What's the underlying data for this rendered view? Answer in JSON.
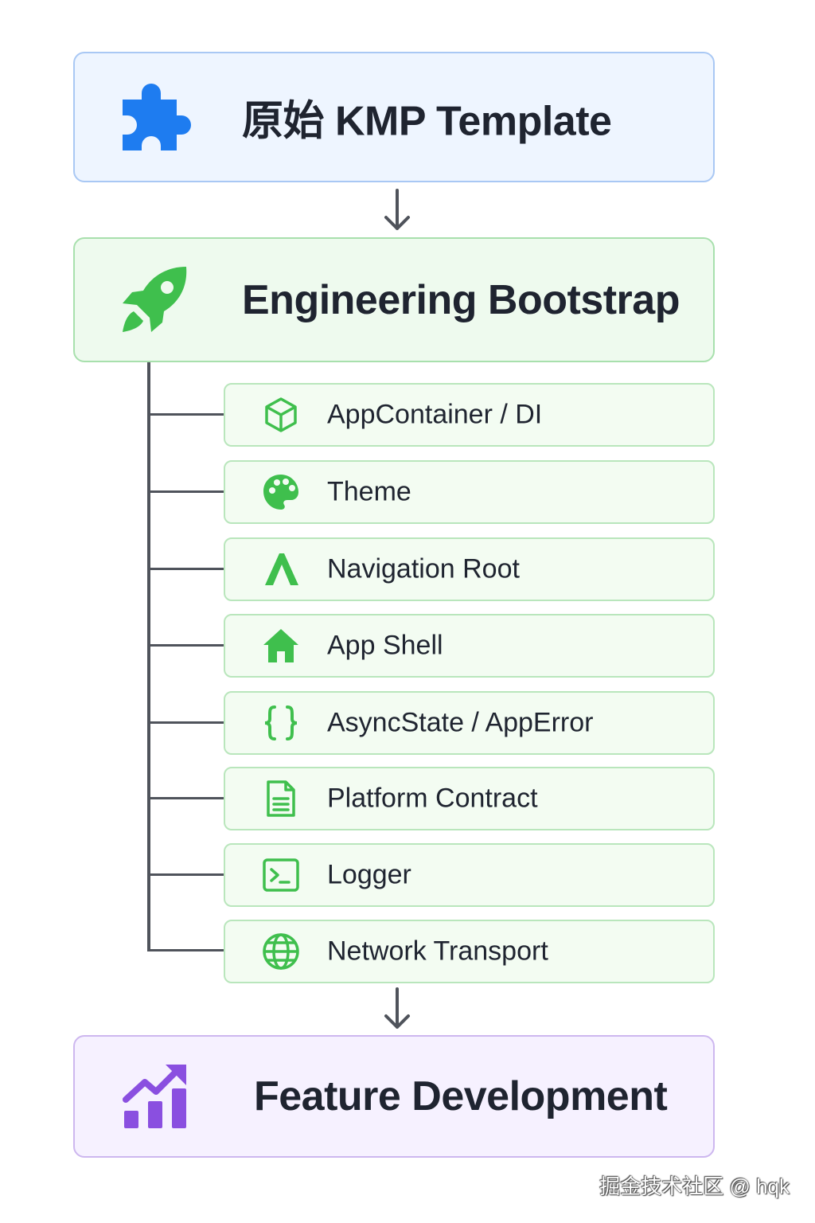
{
  "colors": {
    "template_accent": "#1e7cf0",
    "bootstrap_accent": "#3fbf4d",
    "feature_accent": "#8a4fe0",
    "connector": "#4f535b"
  },
  "stages": {
    "template": {
      "title": "原始 KMP Template",
      "icon": "puzzle-piece-icon"
    },
    "bootstrap": {
      "title": "Engineering Bootstrap",
      "icon": "rocket-icon"
    },
    "feature": {
      "title": "Feature Development",
      "icon": "growth-chart-icon"
    }
  },
  "modules": [
    {
      "label": "AppContainer / DI",
      "icon": "cube-icon"
    },
    {
      "label": "Theme",
      "icon": "palette-icon"
    },
    {
      "label": "Navigation Root",
      "icon": "navigation-arrow-icon"
    },
    {
      "label": "App Shell",
      "icon": "home-icon"
    },
    {
      "label": "AsyncState / AppError",
      "icon": "curly-braces-icon"
    },
    {
      "label": "Platform Contract",
      "icon": "document-icon"
    },
    {
      "label": "Logger",
      "icon": "terminal-icon"
    },
    {
      "label": "Network Transport",
      "icon": "globe-icon"
    }
  ],
  "watermark": "掘金技术社区 @ hqk"
}
